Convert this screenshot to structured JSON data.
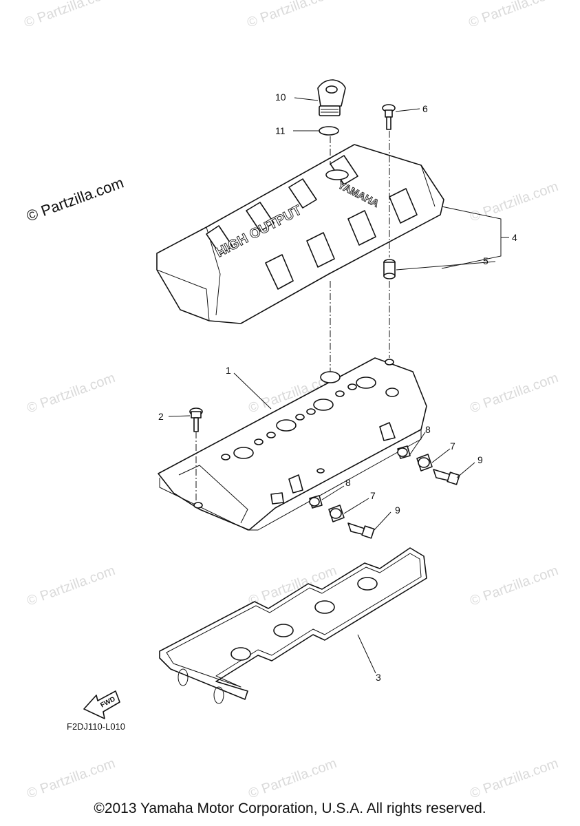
{
  "diagram": {
    "watermark_text": "© Partzilla.com",
    "reference_code": "F2DJ110-L010",
    "copyright": "©2013 Yamaha Motor Corporation, U.S.A. All rights reserved.",
    "cover_embossing": {
      "model_text": "HIGH OUTPUT",
      "brand_text": "YAMAHA"
    },
    "direction_marker": "FWD",
    "callouts": [
      "10",
      "11",
      "6",
      "4",
      "5",
      "1",
      "2",
      "8",
      "7",
      "9",
      "8",
      "7",
      "9",
      "3"
    ]
  }
}
